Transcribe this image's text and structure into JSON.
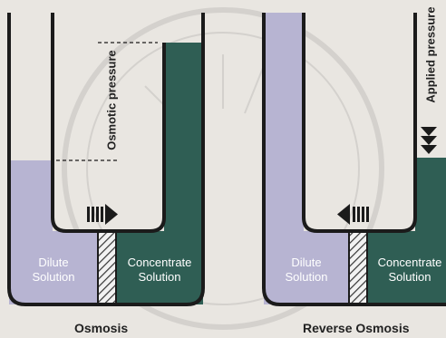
{
  "osmosis": {
    "dilute_line1": "Dilute",
    "dilute_line2": "Solution",
    "concentrate_line1": "Concentrate",
    "concentrate_line2": "Solution",
    "pressure_label": "Osmotic pressure",
    "caption": "Osmosis"
  },
  "reverse": {
    "dilute_line1": "Dilute",
    "dilute_line2": "Solution",
    "concentrate_line1": "Concentrate",
    "concentrate_line2": "Solution",
    "pressure_label": "Applied pressure",
    "caption": "Reverse Osmosis"
  },
  "colors": {
    "dilute": "#b7b4d2",
    "concentrate": "#2f5e54",
    "background": "#e9e6e1",
    "outline": "#1b1b1b"
  }
}
